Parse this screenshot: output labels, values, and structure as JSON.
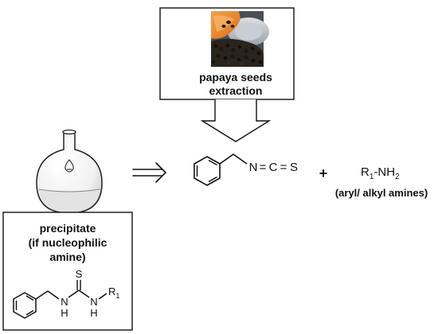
{
  "top_box": {
    "photo_icon": "papaya-photo",
    "caption_line1": "papaya seeds",
    "caption_line2": "extraction"
  },
  "reaction": {
    "arrow_icon": "double-line-arrow",
    "flask_icon": "round-bottom-flask",
    "isothiocyanate": {
      "atom_n": "N",
      "bond_1": "=",
      "atom_c": "C",
      "bond_2": "=",
      "atom_s": "S"
    },
    "plus_sign": "+",
    "amine": {
      "r": "R",
      "r_sub": "1",
      "dash_nh": "-NH",
      "h_sub": "2",
      "note": "(aryl/ alkyl amines)"
    }
  },
  "product_box": {
    "line1": "precipitate",
    "line2": "(if nucleophilic",
    "line3": "amine)",
    "thiourea": {
      "atom_s": "S",
      "atom_n_left": "N",
      "atom_h_left": "H",
      "atom_n_right": "N",
      "atom_h_right": "H",
      "r": "R",
      "r_sub": "1"
    }
  },
  "colors": {
    "ink": "#111111",
    "papaya_orange": "#e8832a",
    "seed_black": "#1b1510",
    "flask_liquid": "#e3e3e3"
  }
}
